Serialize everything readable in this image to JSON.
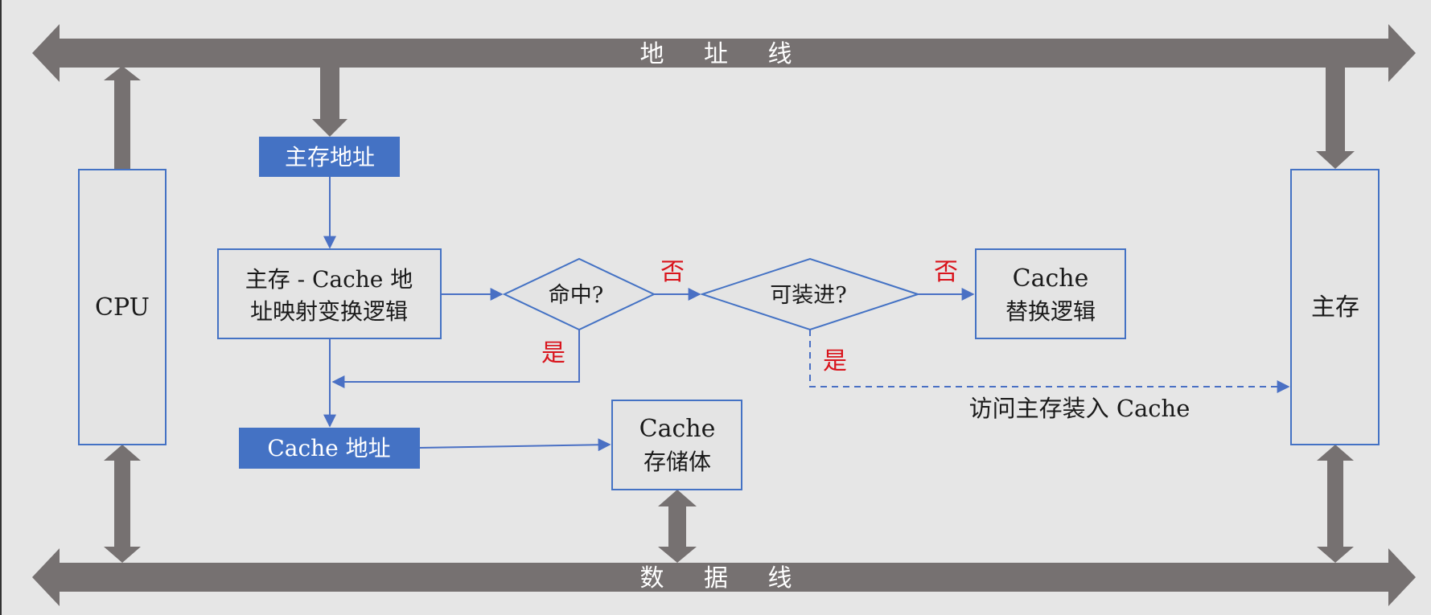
{
  "buses": {
    "address_bus": "地 址 线",
    "data_bus": "数 据 线"
  },
  "components": {
    "cpu": "CPU",
    "main_memory": "主存",
    "main_memory_address": "主存地址",
    "mapping_logic_line1": "主存 - Cache 地",
    "mapping_logic_line2": "址映射变换逻辑",
    "hit_decision": "命中?",
    "loadable_decision": "可装进?",
    "replace_logic_line1": "Cache",
    "replace_logic_line2": "替换逻辑",
    "cache_address": "Cache 地址",
    "cache_storage_line1": "Cache",
    "cache_storage_line2": "存储体"
  },
  "labels": {
    "no_1": "否",
    "no_2": "否",
    "yes_1": "是",
    "yes_2": "是",
    "load_from_memory": "访问主存装入 Cache"
  },
  "colors": {
    "background": "#e6e6e6",
    "bus_gray": "#767171",
    "box_fill": "#e4e4e4",
    "box_stroke": "#4472c4",
    "label_blue": "#4472c4",
    "connector_blue": "#4a70c4",
    "decision_text_red": "#d9141c"
  }
}
